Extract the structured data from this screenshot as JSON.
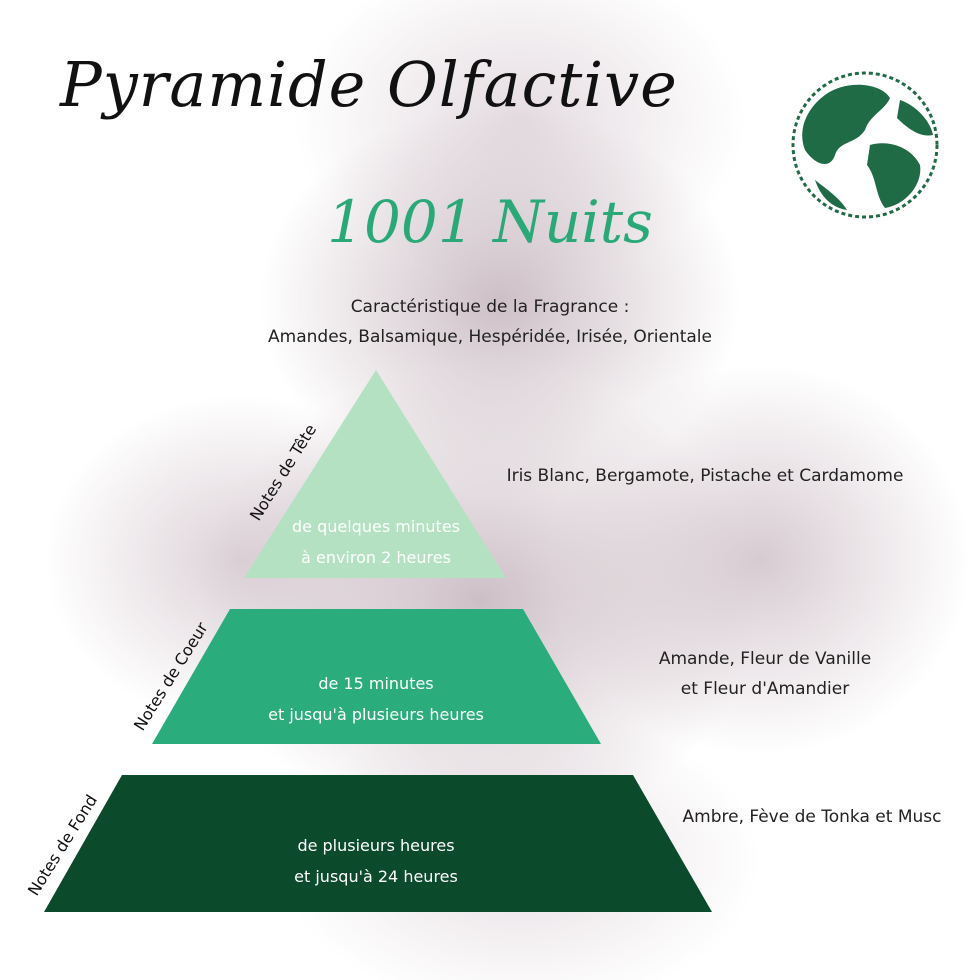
{
  "title": "Pyramide Olfactive",
  "subtitle": "1001 Nuits",
  "characteristic": {
    "heading": "Caractéristique de la Fragrance :",
    "values": "Amandes, Balsamique, Hespéridée, Irisée, Orientale"
  },
  "tiers": {
    "top": {
      "side_label": "Notes de Tête",
      "duration": [
        "de quelques minutes",
        "à environ 2 heures"
      ],
      "notes": [
        "Iris Blanc, Bergamote, Pistache et Cardamome"
      ],
      "color": "#b3e1c2"
    },
    "heart": {
      "side_label": "Notes de Coeur",
      "duration": [
        "de 15 minutes",
        "et jusqu'à plusieurs heures"
      ],
      "notes": [
        "Amande, Fleur de Vanille",
        "et Fleur d'Amandier"
      ],
      "color": "#2aac7c"
    },
    "base": {
      "side_label": "Notes de Fond",
      "duration": [
        "de plusieurs heures",
        "et jusqu'à 24 heures"
      ],
      "notes": [
        "Ambre, Fève de Tonka et Musc"
      ],
      "color": "#0c4a2c"
    }
  },
  "icons": {
    "globe": "globe-icon"
  },
  "colors": {
    "accent": "#2aa878",
    "dark_green": "#0c4a2c",
    "globe": "#1f6b45"
  }
}
